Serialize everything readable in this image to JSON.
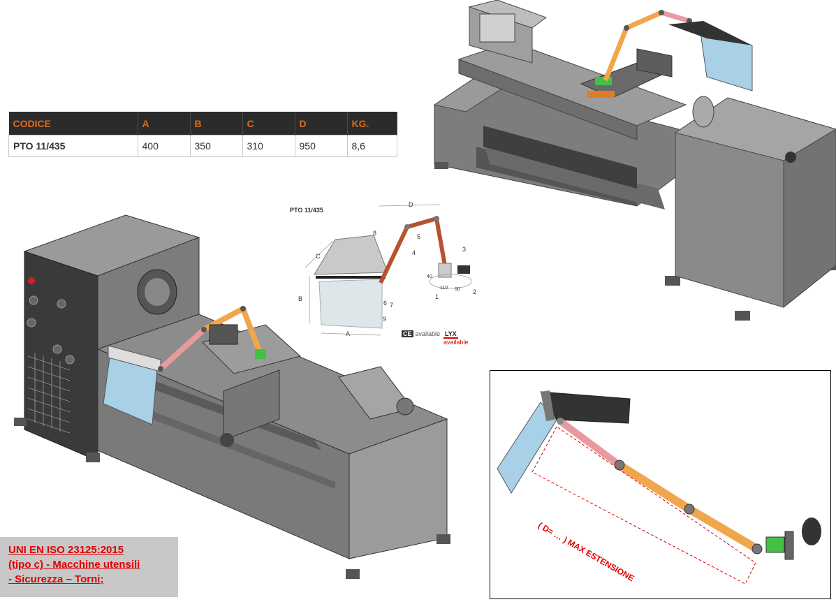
{
  "table": {
    "headers": [
      "CODICE",
      "A",
      "B",
      "C",
      "D",
      "KG."
    ],
    "rows": [
      [
        "PTO 11/435",
        "400",
        "350",
        "310",
        "950",
        "8,6"
      ]
    ]
  },
  "drawing": {
    "code_label": "PTO 11/435",
    "part_numbers": [
      "1",
      "2",
      "3",
      "4",
      "5",
      "6",
      "7",
      "8",
      "9"
    ],
    "dim_letters": [
      "A",
      "B",
      "C",
      "D"
    ],
    "small_dims": [
      "40",
      "110",
      "60"
    ],
    "availability": [
      {
        "badge": "CE",
        "text": "available"
      },
      {
        "badge": "LYX",
        "text": "available"
      }
    ]
  },
  "norm": {
    "line1": "UNI EN ISO 23125:2015",
    "line2": "(tipo c) - Macchine utensili",
    "line3": "- Sicurezza – Torni;"
  },
  "inset": {
    "extension_label": "( D= … )  MAX ESTENSIONE"
  },
  "colors": {
    "accent_orange": "#e06a1a",
    "arm_orange": "#f0a64c",
    "arm_pink": "#e89aa0",
    "shield_blue": "#a8d0e6",
    "machine_gray": "#8c8c8c",
    "norm_red": "#e00000"
  }
}
